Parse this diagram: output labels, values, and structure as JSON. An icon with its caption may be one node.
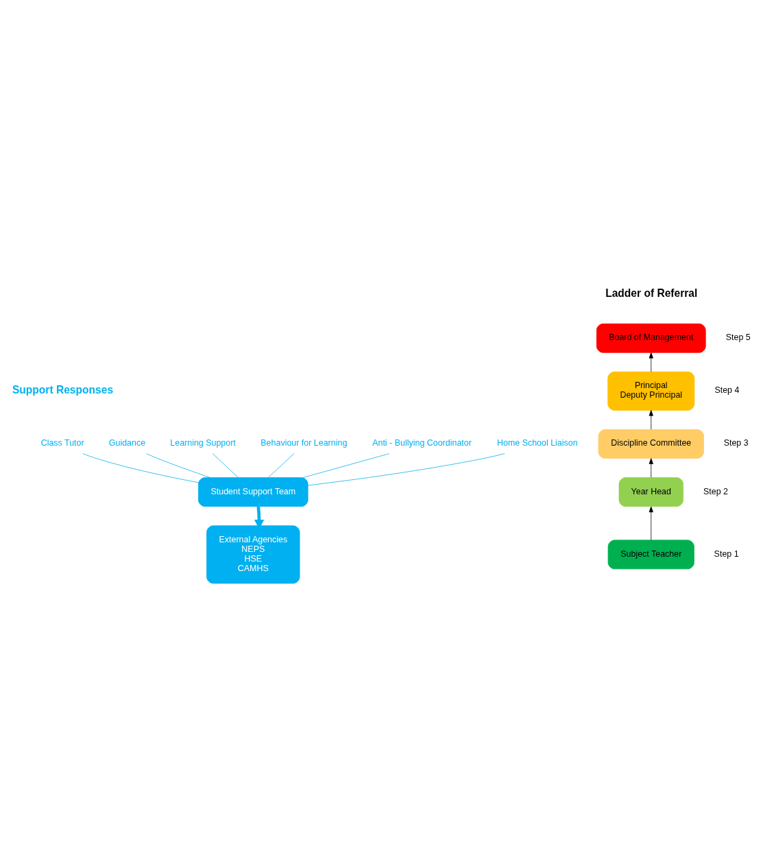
{
  "diagram": {
    "nodes": [
      {
        "text": [
          "Student Support Team"
        ]
      },
      {
        "text": [
          "Class Tutor"
        ]
      },
      {
        "text": [
          "Guidance"
        ]
      },
      {
        "text": [
          "Learning Support"
        ]
      },
      {
        "text": [
          "Behaviour for Learning"
        ]
      },
      {
        "text": [
          "Anti - Bullying Coordinator"
        ]
      },
      {
        "text": [
          "Home School Liaison"
        ]
      },
      {
        "text": [
          "External Agencies",
          "NEPS",
          "HSE",
          "CAMHS"
        ]
      },
      {
        "text": [
          "Subject Teacher"
        ],
        "beside": [
          "Step 1"
        ]
      },
      {
        "text": [
          "Year Head"
        ],
        "beside": [
          "Step 2"
        ]
      },
      {
        "text": [
          "Discipline Committee"
        ],
        "beside": [
          "Step 3"
        ]
      },
      {
        "text": [
          "Principal",
          "Deputy Principal"
        ],
        "beside": [
          "Step 4"
        ]
      },
      {
        "text": [
          "Board of Management"
        ],
        "beside": [
          "Step 5"
        ]
      }
    ],
    "edges": [
      {
        "from": 0,
        "to": 1,
        "arrow": "none"
      },
      {
        "from": 0,
        "to": 2,
        "arrow": "none"
      },
      {
        "from": 0,
        "to": 3,
        "arrow": "none"
      },
      {
        "from": 0,
        "to": 4,
        "arrow": "none"
      },
      {
        "from": 0,
        "to": 5,
        "arrow": "none"
      },
      {
        "from": 0,
        "to": 6,
        "arrow": "none"
      },
      {
        "from": 0,
        "to": 7,
        "arrow": "to",
        "style": "thick"
      },
      {
        "from": 8,
        "to": 9,
        "arrow": "to",
        "color": "#000000"
      },
      {
        "from": 9,
        "to": 10,
        "arrow": "to",
        "color": "#000000"
      },
      {
        "from": 10,
        "to": 11,
        "arrow": "to",
        "color": "#000000"
      },
      {
        "from": 11,
        "to": 12,
        "arrow": "to",
        "color": "#000000"
      }
    ],
    "labels": [
      "Support Responses",
      "Ladder of Referral"
    ]
  }
}
